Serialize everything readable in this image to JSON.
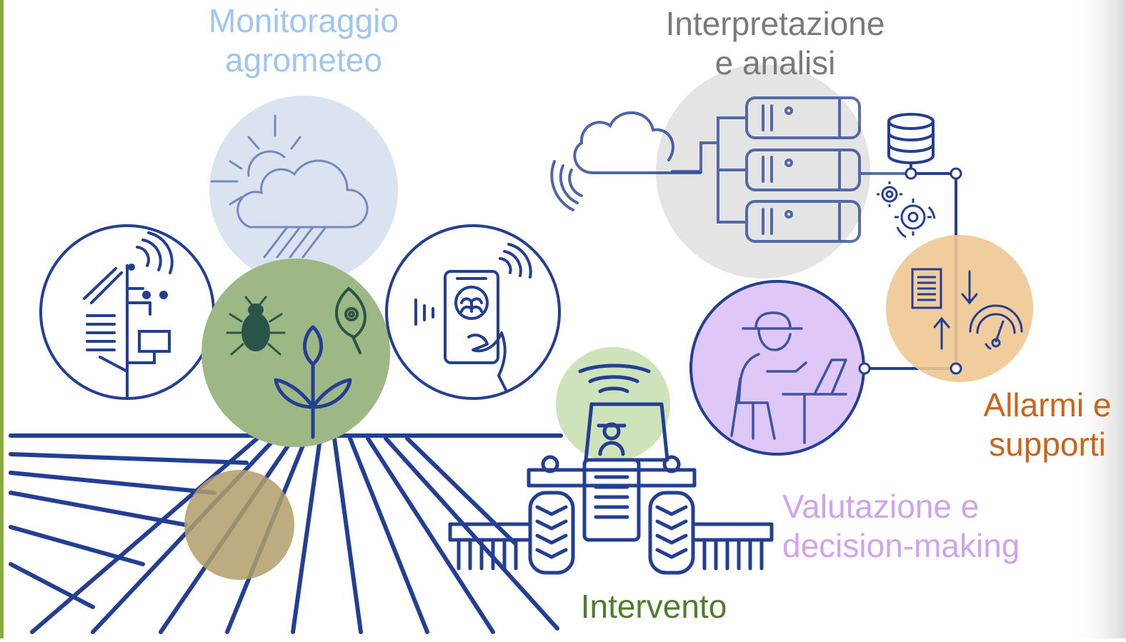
{
  "labels": {
    "monitoring": [
      "Monitoraggio",
      "agrometeo"
    ],
    "interpretation": [
      "Interpretazione",
      "e analisi"
    ],
    "alarms": [
      "Allarmi e",
      "supporti"
    ],
    "evaluation": [
      "Valutazione e",
      "decision-making"
    ],
    "intervention": "Intervento"
  },
  "colors": {
    "line_blue": "#233f93",
    "monitoring": "#9ec6ef",
    "interpretation": "#7a7a7a",
    "alarms": "#c8651b",
    "evaluation": "#cfa3ef",
    "intervention": "#4f7d2c",
    "weather_circle": "#dbe3f1",
    "plant_circle": "#9db884",
    "soil_circle": "#b19d6a",
    "tractor_circle": "#cfe3bb",
    "server_circle": "#e4e4e4",
    "alarm_circle": "#efc892",
    "farmer_circle": "#dfc8f7",
    "left_edge_bar": "#8aaa3a"
  },
  "icons": [
    "sun-cloud-rain-icon",
    "weather-station-icon",
    "bug-icon",
    "leaf-disease-icon",
    "plant-sprout-icon",
    "smartphone-app-icon",
    "cloud-icon",
    "server-rack-icon",
    "database-icon",
    "gears-icon",
    "document-icon",
    "gauge-icon",
    "farmer-laptop-icon",
    "tractor-icon",
    "field-rows-icon"
  ]
}
